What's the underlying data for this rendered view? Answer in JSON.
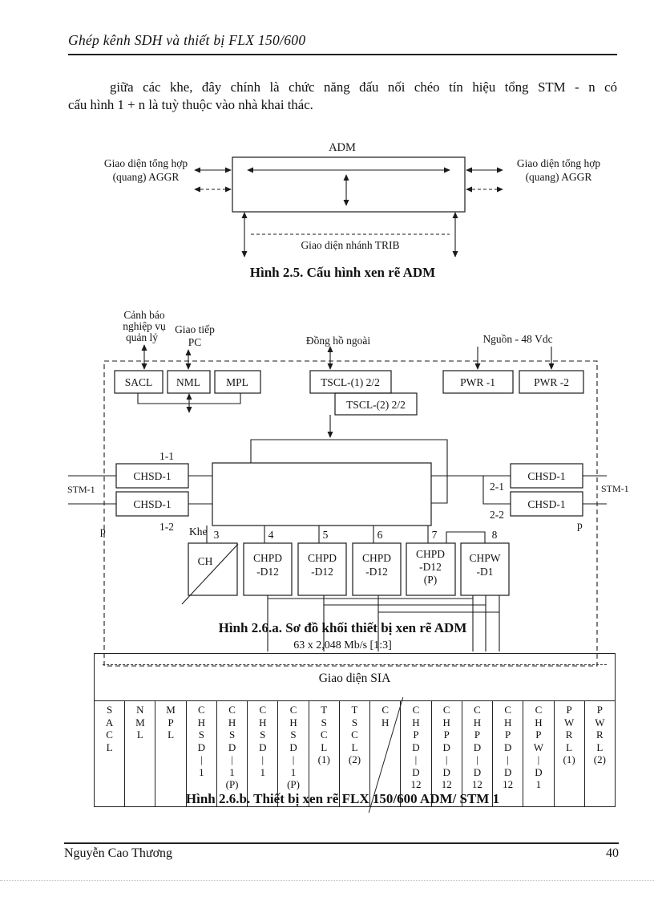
{
  "document": {
    "header_title": "Ghép kênh SDH và thiết bị FLX 150/600",
    "paragraph_lines": [
      "giữa các khe, đây chính là chức năng đấu nối chéo tín hiệu tổng STM - n có",
      "cấu hình 1 + n là tuỳ thuộc vào nhà khai thác."
    ],
    "footer": {
      "author": "Nguyễn Cao Thương",
      "page_number": "40"
    }
  },
  "fig25": {
    "adm": "ADM",
    "aggr_left": [
      "Giao diện tổng hợp",
      "(quang) AGGR"
    ],
    "aggr_right": [
      "Giao diện tổng hợp",
      "(quang) AGGR"
    ],
    "trib": "Giao diện nhánh TRIB",
    "caption": "Hình 2.5. Cấu hình xen rẽ ADM"
  },
  "fig26a": {
    "labels": {
      "alarm": [
        "Cảnh báo",
        "nghiệp vụ",
        "quản lý"
      ],
      "pc": [
        "Giao tiếp",
        "PC"
      ],
      "clock": "Đồng hồ ngoài",
      "power": "Nguồn - 48 Vdc"
    },
    "boxes": {
      "sacl": "SACL",
      "nml": "NML",
      "mpl": "MPL",
      "tscl1": "TSCL-(1) 2/2",
      "tscl2": "TSCL-(2) 2/2",
      "pwr1": "PWR -1",
      "pwr2": "PWR -2",
      "chsd": "CHSD-1"
    },
    "ports": {
      "stm_left": "STM-1",
      "stm_right": "STM-1",
      "s11": "1-1",
      "s12": "1-2",
      "s21": "2-1",
      "s22": "2-2",
      "p_left": "p",
      "p_right": "p",
      "khe": "Khe"
    },
    "slot_numbers": [
      "3",
      "4",
      "5",
      "6",
      "7",
      "8"
    ],
    "cards": [
      {
        "lines": [
          "CH"
        ]
      },
      {
        "lines": [
          "CHPD",
          "-D12"
        ]
      },
      {
        "lines": [
          "CHPD",
          "-D12"
        ]
      },
      {
        "lines": [
          "CHPD",
          "-D12"
        ]
      },
      {
        "lines": [
          "CHPD",
          "-D12",
          "(P)"
        ]
      },
      {
        "lines": [
          "CHPW",
          "-D1"
        ]
      }
    ],
    "caption": "Hình 2.6.a. Sơ đồ khối thiết bị xen rẽ ADM",
    "subcaption": "63 x 2,048 Mb/s [1:3]"
  },
  "fig26b": {
    "sia": "Giao diện SIA",
    "slots": [
      "SACL",
      "NML",
      "MPL",
      "CHSD-1",
      "CHSD-1(P)",
      "CHSD-1",
      "CHSD-1(P)",
      "TSCL(1)",
      "TSCL(2)",
      "CH",
      "CHPD-D12",
      "CHPD-D12",
      "CHPD-D12",
      "CHPD-D12",
      "CHPW-D1",
      "PWRL(1)",
      "PWRL(2)"
    ],
    "caption": "Hình 2.6.b. Thiết bị xen rẽ FLX 150/600 ADM/ STM 1"
  }
}
